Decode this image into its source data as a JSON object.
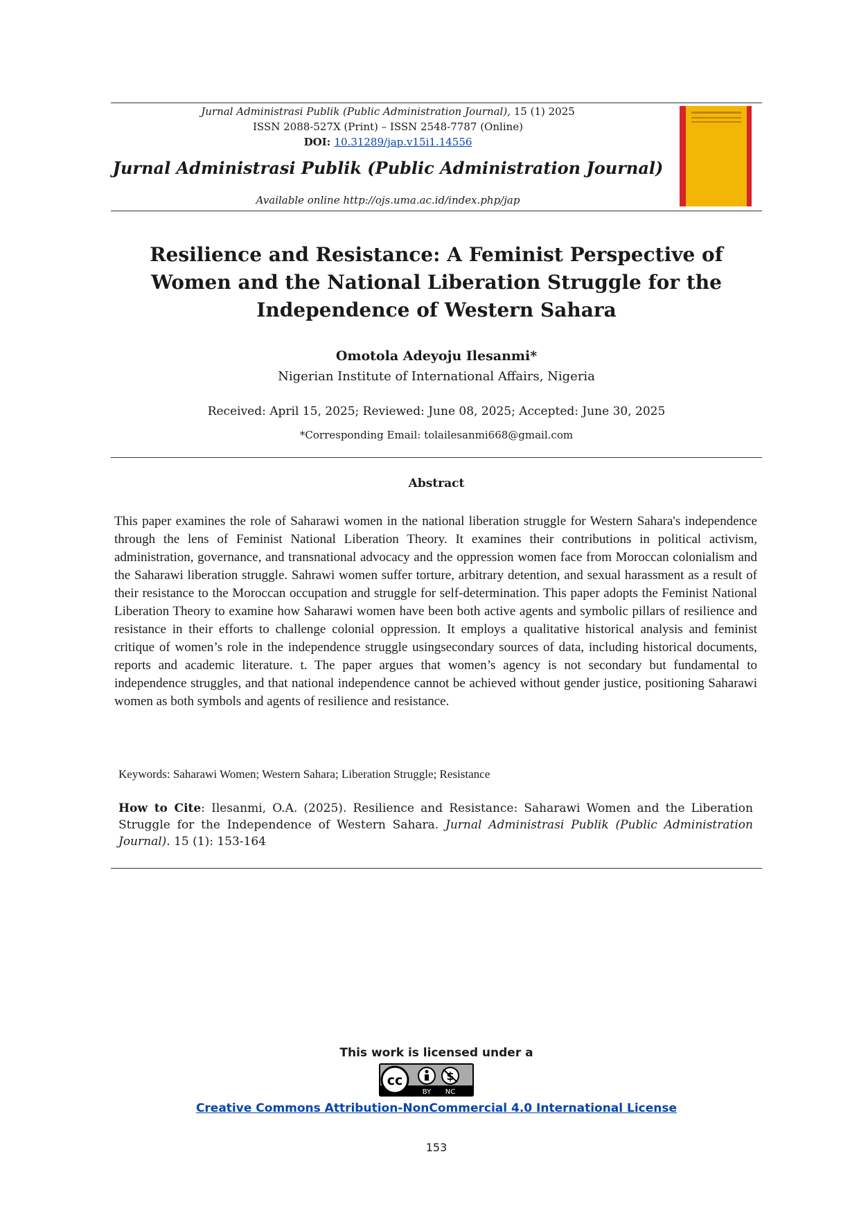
{
  "header": {
    "citation_journal": "Jurnal Administrasi Publik (Public Administration Journal),",
    "citation_issue": " 15 (1) 2025",
    "issn": "ISSN 2088-527X (Print) – ISSN 2548-7787 (Online)",
    "doi_label": "DOI: ",
    "doi_value": "10.31289/jap.v15i1.14556",
    "journal_name": "Jurnal Administrasi Publik (Public Administration Journal)",
    "available_online": "Available online http://ojs.uma.ac.id/index.php/jap"
  },
  "colors": {
    "cover_yellow": "#f2b705",
    "cover_red": "#d8232a",
    "link_blue": "#0645ad"
  },
  "article": {
    "title_lines": [
      "Resilience and Resistance: A Feminist Perspective of",
      "Women and the National Liberation Struggle for the",
      "Independence of Western Sahara"
    ],
    "author": "Omotola Adeyoju Ilesanmi*",
    "affiliation": "Nigerian Institute of International Affairs, Nigeria",
    "dates": "Received: April 15, 2025; Reviewed: June 08, 2025; Accepted: June 30, 2025",
    "email": "*Corresponding Email: tolailesanmi668@gmail.com"
  },
  "abstract": {
    "heading": "Abstract",
    "body": "This paper examines the role of Saharawi women in the national liberation struggle for Western Sahara's independence through the lens of Feminist National Liberation Theory. It examines their contributions in political activism, administration, governance, and transnational advocacy and the oppression women face from Moroccan colonialism and the Saharawi liberation struggle. Sahrawi women suffer torture, arbitrary detention, and sexual harassment as a result of their resistance to the Moroccan occupation and struggle for self-determination. This paper adopts the Feminist National Liberation Theory to examine how Saharawi women have been both active agents and symbolic pillars of resilience and resistance in their efforts to challenge colonial oppression. It employs a qualitative historical analysis and feminist critique of women’s role in the independence struggle usingsecondary sources of data, including historical documents, reports and academic literature. t. The paper argues that women’s agency is not secondary but fundamental to independence struggles, and that national independence cannot be achieved without gender justice, positioning Saharawi women as both symbols and agents of resilience and resistance."
  },
  "keywords": "Keywords: Saharawi Women; Western Sahara; Liberation Struggle; Resistance",
  "how_to_cite": {
    "label": "How to Cite",
    "text": ": Ilesanmi, O.A. (2025). Resilience and Resistance: Saharawi Women and the Liberation Struggle for the Independence of Western Sahara. ",
    "journal": "Jurnal Administrasi Publik (Public Administration Journal)",
    "tail": ". 15 (1): 153-164"
  },
  "license": {
    "intro": "This work is licensed under a",
    "badge_cc": "cc",
    "badge_by": "BY",
    "badge_nc": "NC",
    "link_text": "Creative Commons Attribution-NonCommercial 4.0 International License"
  },
  "page_number": "153"
}
